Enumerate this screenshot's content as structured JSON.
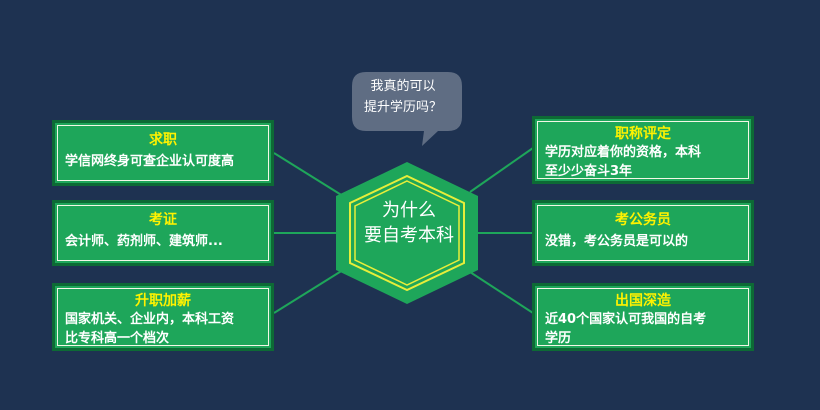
{
  "center": {
    "line1": "为什么",
    "line2": "要自考本科"
  },
  "bubble": {
    "line1": "我真的可以",
    "line2": "提升学历吗？"
  },
  "left_cards": [
    {
      "title": "求职",
      "desc_lines": [
        "学信网终身可查企业认可度高"
      ]
    },
    {
      "title": "考证",
      "desc_lines": [
        "会计师、药剂师、建筑师..."
      ]
    },
    {
      "title": "升职加薪",
      "desc_lines": [
        "国家机关、企业内，本科工资",
        "比专科高一个档次"
      ]
    }
  ],
  "right_cards": [
    {
      "title": "职称评定",
      "desc_lines": [
        "学历对应着你的资格，本科",
        "至少少奋斗3年"
      ]
    },
    {
      "title": "考公务员",
      "desc_lines": [
        "没错，考公务员是可以的"
      ]
    },
    {
      "title": "出国深造",
      "desc_lines": [
        "近40个国家认可我国的自考",
        "学历"
      ]
    }
  ],
  "colors": {
    "background": "#1e3251",
    "card_fill": "#1ea65a",
    "title_yellow": "#fff200",
    "hex_border": "#e7ee3a",
    "bubble": "#5f6d83"
  }
}
